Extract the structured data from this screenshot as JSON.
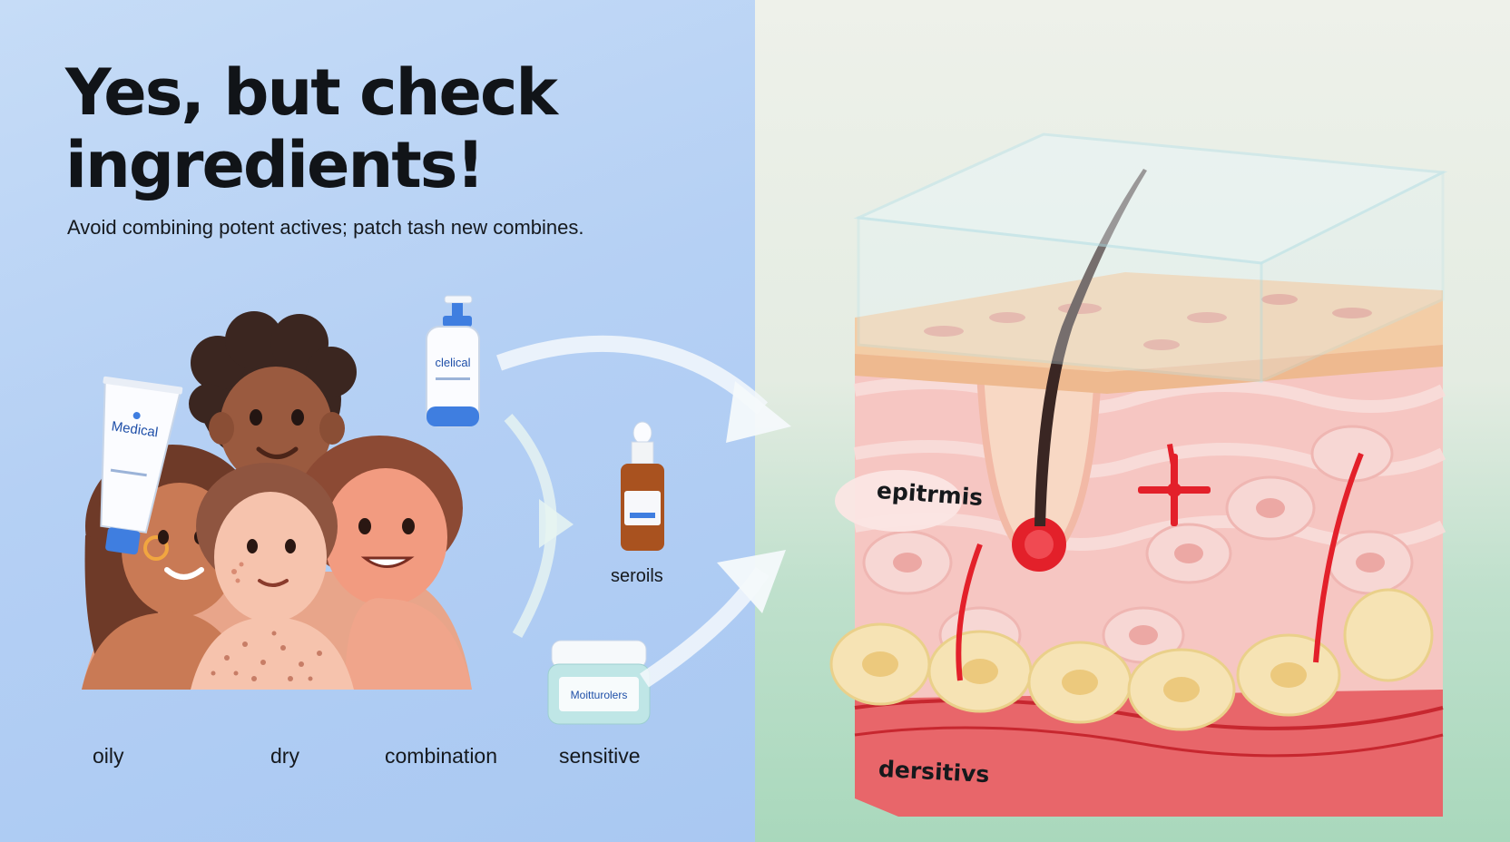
{
  "headline": {
    "line1": "Yes, but check",
    "line2": "ingredients!"
  },
  "subheadline": "Avoid combining potent actives; patch tash new combines.",
  "products": {
    "tube_label": "Medical",
    "bottle_label": "clelical",
    "serum_caption": "seroils",
    "jar_label": "Moitturolers"
  },
  "skin_types": [
    "oily",
    "dry",
    "combination",
    "sensitive"
  ],
  "skin_layers": {
    "upper": "epitrmis",
    "lower": "dersitivs"
  },
  "colors": {
    "left_background": "#b5d0f4",
    "right_background": "#e4ece2",
    "headline_text": "#111418",
    "irritation_red": "#e3202a",
    "accent_blue": "#3f7ee0"
  },
  "icons": [
    "flow-arrow",
    "irritation-burst",
    "hair-strand"
  ]
}
